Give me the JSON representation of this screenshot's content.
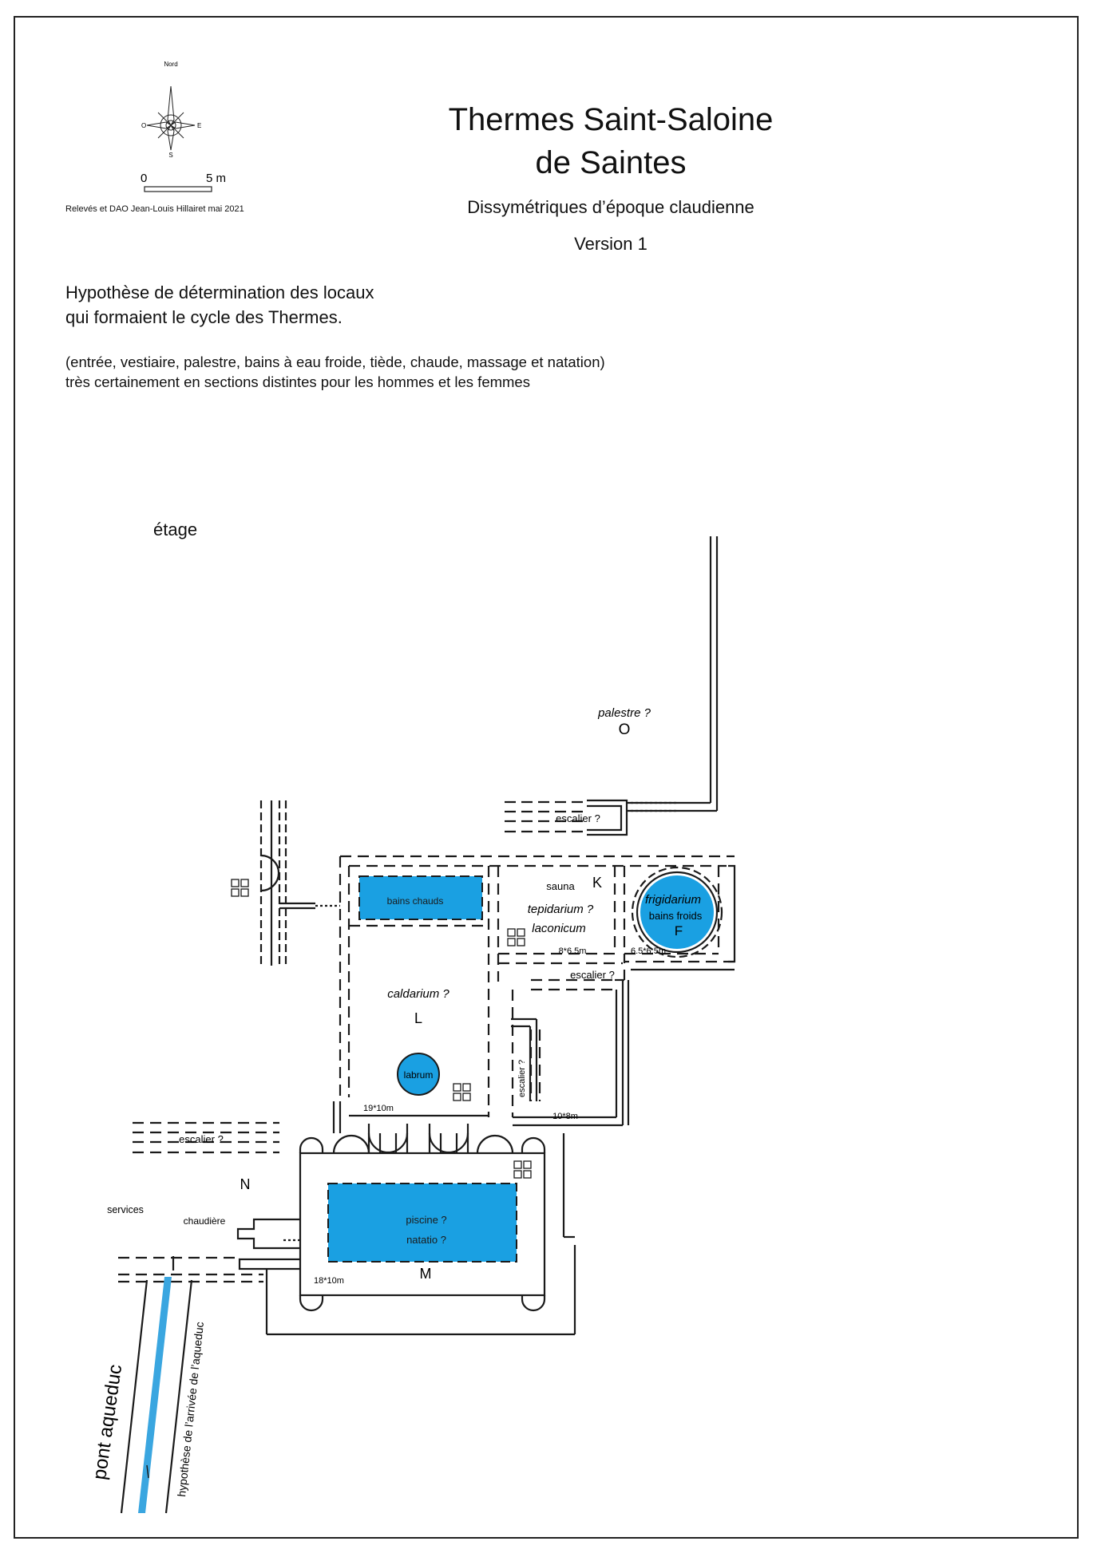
{
  "title": {
    "line1": "Thermes Saint-Saloine",
    "line2": "de Saintes",
    "subtitle": "Dissymétriques d’époque claudienne",
    "version": "Version 1"
  },
  "compass": {
    "north": "Nord",
    "south": "S",
    "east": "E",
    "west": "O"
  },
  "scale": {
    "zero": "0",
    "max": "5 m"
  },
  "credit": "Relevés et DAO Jean-Louis Hillairet mai  2021",
  "hypothesis": {
    "line1": "Hypothèse de détermination des locaux",
    "line2": "qui formaient le cycle des Thermes.",
    "detail1": "(entrée, vestiaire, palestre, bains à eau froide, tiède, chaude, massage et natation)",
    "detail2": "très certainement en sections distintes pour les hommes et les femmes"
  },
  "floor_label": "étage",
  "rooms": {
    "palestre": "palestre ?",
    "O": "O",
    "escalier_top": "escalier ?",
    "bains_chauds": "bains chauds",
    "sauna": "sauna",
    "K": "K",
    "tepidarium": "tepidarium ?",
    "laconicum": "laconicum",
    "tep_size": "8*6.5m",
    "frigidarium": "frigidarium",
    "bains_froids": "bains froids",
    "F": "F",
    "frig_size": "6.5*6.5m",
    "escalier_mid": "escalier ?",
    "caldarium": "caldarium ?",
    "L": "L",
    "labrum": "labrum",
    "cald_size": "19*10m",
    "escalier_vert": "escalier ?",
    "room_10x8": "10*8m",
    "escalier_left": "escalier ?",
    "N": "N",
    "services": "services",
    "chaudiere": "chaudière",
    "piscine": "piscine ?",
    "natatio": "natatio ?",
    "M": "M",
    "pisc_size": "18*10m",
    "pont_aqueduc": "pont aqueduc",
    "arrivee": "hypothèse de l’arrivée de l’aqueduc"
  },
  "colors": {
    "water": "#1aa0e2",
    "line": "#1a1a1a"
  }
}
